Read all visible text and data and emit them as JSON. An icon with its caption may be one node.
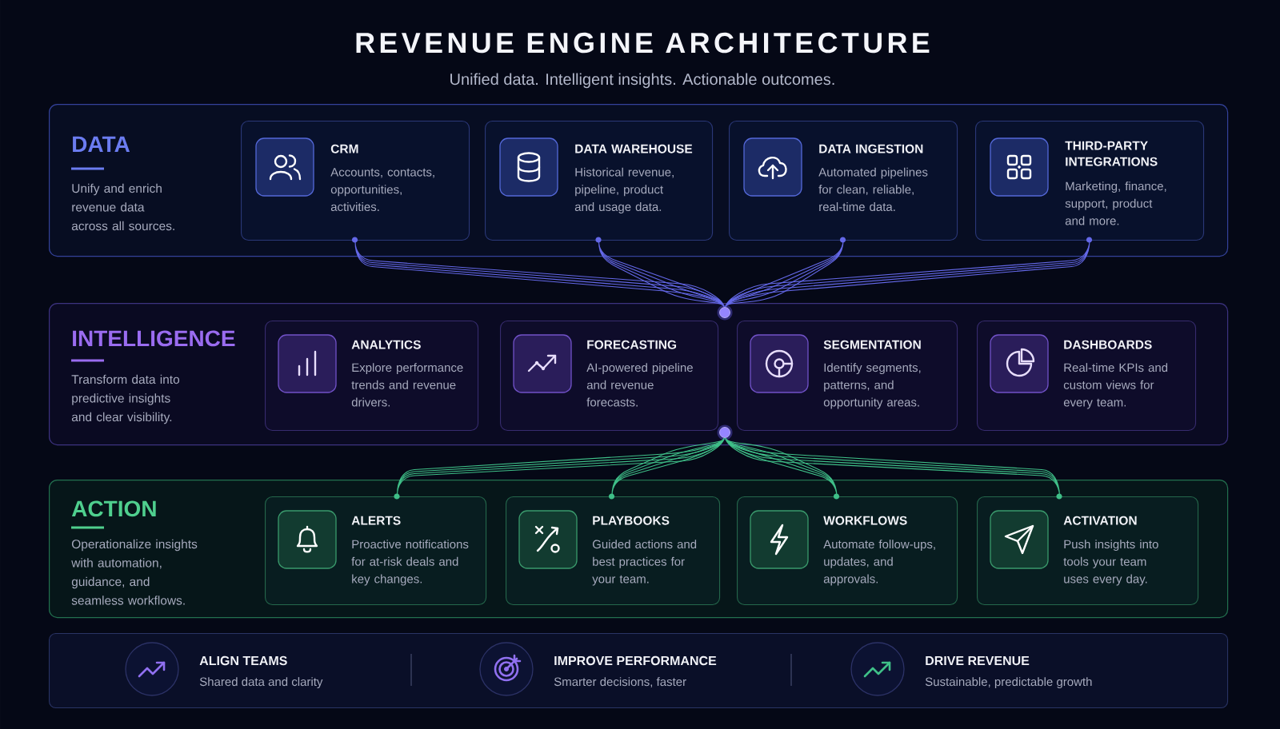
{
  "diagram": {
    "title": "REVENUE ENGINE ARCHITECTURE",
    "nodes": [
      {
        "text": [
          "DATA",
          "Unify and enrich revenue data across all sources."
        ]
      },
      {
        "text": [
          "CRM",
          "Accounts, contacts, opportunities, activities."
        ],
        "in": 0
      },
      {
        "text": [
          "DATA WAREHOUSE",
          "Historical revenue, pipeline, product and usage data."
        ],
        "in": 0
      },
      {
        "text": [
          "DATA INGESTION",
          "Automated pipelines for clean, reliable, real-time data."
        ],
        "in": 0
      },
      {
        "text": [
          "THIRD-PARTY INTEGRATIONS",
          "Marketing, finance, support, product and more."
        ],
        "in": 0
      },
      {
        "text": [
          "INTELLIGENCE",
          "Transform data into predictive insights and clear visibility."
        ]
      },
      {
        "text": [],
        "shape": "circle",
        "in": 5
      },
      {
        "text": [
          "ANALYTICS",
          "Explore performance trends and revenue drivers."
        ],
        "in": 5
      },
      {
        "text": [
          "FORECASTING",
          "AI-powered pipeline and revenue forecasts."
        ],
        "in": 5
      },
      {
        "text": [
          "SEGMENTATION",
          "Identify segments, patterns, and opportunity areas."
        ],
        "in": 5
      },
      {
        "text": [
          "DASHBOARDS",
          "Real-time KPIs and custom views for every team."
        ],
        "in": 5
      },
      {
        "text": [],
        "shape": "circle",
        "in": 5
      },
      {
        "text": [
          "ACTION",
          "Operationalize insights with automation, guidance, and seamless workflows."
        ]
      },
      {
        "text": [
          "ALERTS",
          "Proactive notifications for at-risk deals and key changes."
        ],
        "in": 12
      },
      {
        "text": [
          "PLAYBOOKS",
          "Guided actions and best practices for your team."
        ],
        "in": 12
      },
      {
        "text": [
          "WORKFLOWS",
          "Automate follow-ups, updates, and approvals."
        ],
        "in": 12
      },
      {
        "text": [
          "ACTIVATION",
          "Push insights into tools your team uses every day."
        ],
        "in": 12
      },
      {
        "text": [
          "ALIGN TEAMS",
          "Shared data and clarity",
          "IMPROVE PERFORMANCE",
          "Smarter decisions, faster",
          "DRIVE REVENUE",
          "Sustainable, predictable growth"
        ]
      }
    ],
    "edges": [
      {
        "from": 1,
        "to": 6,
        "arrow": "none"
      },
      {
        "from": 2,
        "to": 6,
        "arrow": "none"
      },
      {
        "from": 3,
        "to": 6,
        "arrow": "none"
      },
      {
        "from": 4,
        "to": 6,
        "arrow": "none"
      },
      {
        "from": 11,
        "to": 13,
        "arrow": "none",
        "color": "#3fbf88"
      },
      {
        "from": 11,
        "to": 14,
        "arrow": "none",
        "color": "#3fbf88"
      },
      {
        "from": 11,
        "to": 15,
        "arrow": "none",
        "color": "#3fbf88"
      },
      {
        "from": 11,
        "to": 16,
        "arrow": "none",
        "color": "#3fbf88"
      }
    ],
    "labels": [
      "Unified data. Intelligent insights. Actionable outcomes."
    ]
  }
}
